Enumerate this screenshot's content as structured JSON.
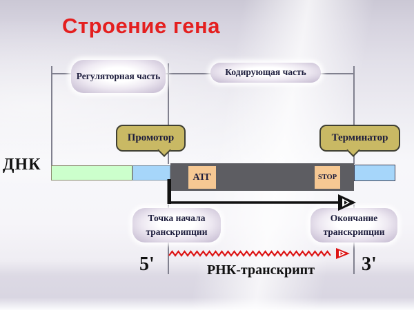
{
  "slide": {
    "title": "Строение гена"
  },
  "labels": {
    "dna": "ДНК",
    "regulatory_part": "Регуляторная часть",
    "coding_part": "Кодирующая часть",
    "promoter": "Промотор",
    "terminator": "Терминатор",
    "atg": "АТГ",
    "stop": "STOP",
    "transcription_start": "Точка начала транскрипции",
    "transcription_end": "Окончание транскрипции",
    "five_prime": "5'",
    "three_prime": "3'",
    "rna_transcript": "РНК-транскрипт"
  },
  "colors": {
    "title_red": "#e41f1f",
    "rna_arrow_red": "#dd1414",
    "transcription_arrow_black": "#111111",
    "green_segment": "#ccffcc",
    "blue_segment": "#a6d6fa",
    "coding_bar_gray": "#5d5d62",
    "codon_box_peach": "#f6c893",
    "callout_tan": "#c9b964",
    "badge_lavender": "#c0b5cd",
    "text_dark": "#1c1c3c"
  }
}
